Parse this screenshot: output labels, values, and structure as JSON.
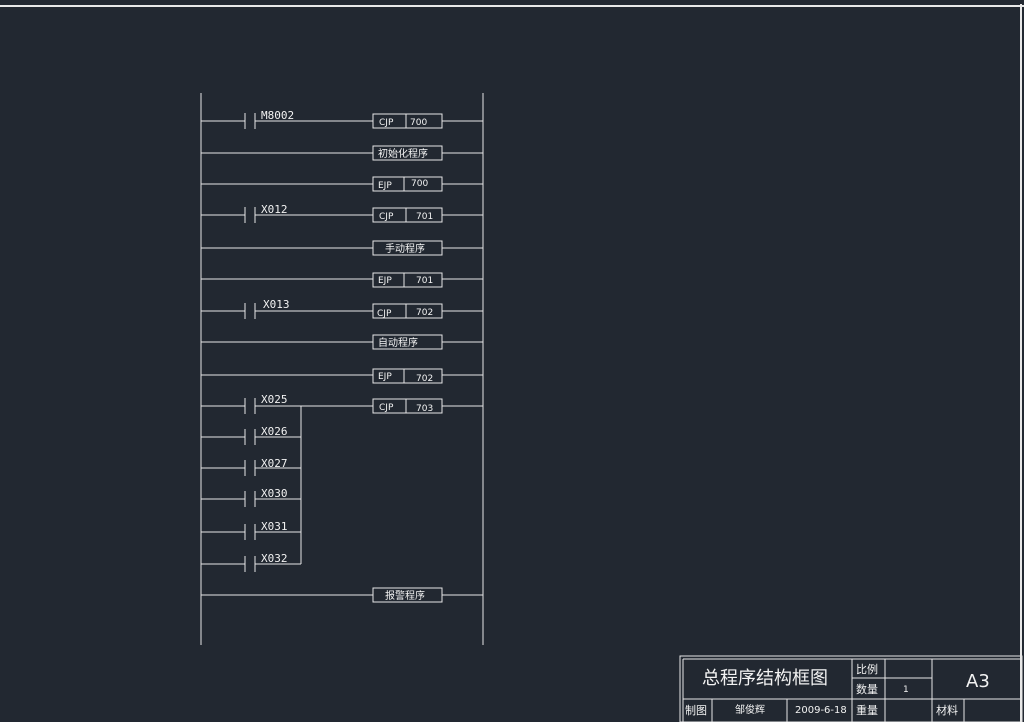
{
  "rungs": [
    {
      "contact": "M8002",
      "instruction": "CJP",
      "operand": "700"
    },
    {
      "label": "初始化程序"
    },
    {
      "instruction": "EJP",
      "operand": "700"
    },
    {
      "contact": "X012",
      "instruction": "CJP",
      "operand": "701"
    },
    {
      "label": "手动程序"
    },
    {
      "instruction": "EJP",
      "operand": "701"
    },
    {
      "contact": "X013",
      "instruction": "CJP",
      "operand": "702"
    },
    {
      "label": "自动程序"
    },
    {
      "instruction": "EJP",
      "operand": "702"
    },
    {
      "contacts": [
        "X025",
        "X026",
        "X027",
        "X030",
        "X031",
        "X032"
      ],
      "instruction": "CJP",
      "operand": "703"
    },
    {
      "label": "报警程序"
    }
  ],
  "title_block": {
    "title": "总程序结构框图",
    "scale_label": "比例",
    "scale_value": "",
    "quantity_label": "数量",
    "quantity_value": "1",
    "sheet_size": "A3",
    "drawn_by_label": "制图",
    "drawn_by": "邹俊辉",
    "date": "2009-6-18",
    "weight_label": "重量",
    "weight_value": "",
    "material_label": "材料",
    "material_value": ""
  }
}
